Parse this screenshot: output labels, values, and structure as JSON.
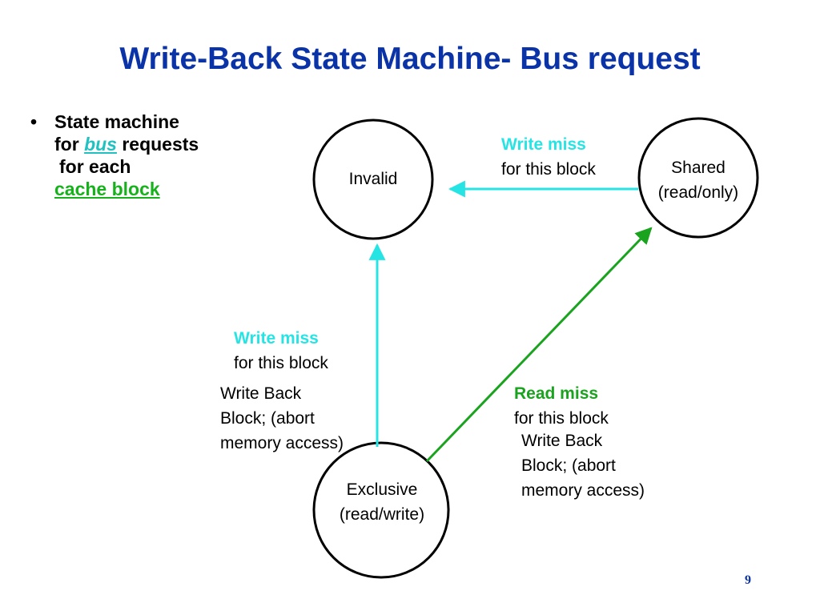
{
  "title": "Write-Back State Machine- Bus request",
  "bullet": {
    "marker": "•",
    "line1": "State machine",
    "line2_prefix": "for ",
    "line2_emph": "bus",
    "line2_suffix": " requests",
    "line3": "for each",
    "line4": "cache block"
  },
  "states": {
    "invalid": "Invalid",
    "shared_line1": "Shared",
    "shared_line2": "(read/only)",
    "exclusive_line1": "Exclusive",
    "exclusive_line2": "(read/write)"
  },
  "transitions": {
    "shared_to_invalid": {
      "event": "Write miss",
      "detail": "for this block"
    },
    "exclusive_to_invalid": {
      "event": "Write miss",
      "detail": "for this block",
      "action_line1": "Write Back",
      "action_line2": "Block; (abort",
      "action_line3": "memory access)"
    },
    "exclusive_to_shared": {
      "event": "Read miss",
      "detail": "for this block",
      "action_line1": "Write Back",
      "action_line2": "Block; (abort",
      "action_line3": "memory access)"
    }
  },
  "colors": {
    "title": "#0b33a8",
    "write_miss": "#27e4e4",
    "read_miss": "#1aa31e"
  },
  "page_number": "9"
}
